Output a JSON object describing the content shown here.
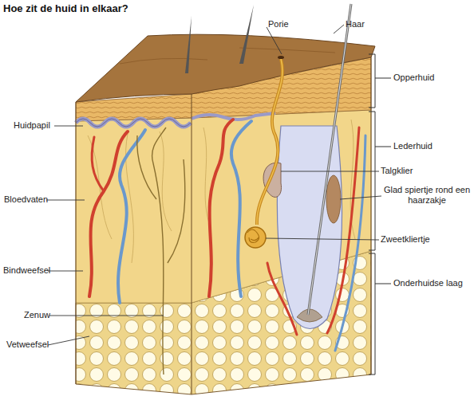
{
  "diagram": {
    "title": "Hoe zit de huid in elkaar?",
    "labels": [
      "Porie",
      "Haar",
      "Opperhuid",
      "Huidpapil",
      "Lederhuid",
      "Talgklier",
      "Glad spiertje rond een haarzakje",
      "Bloedvaten",
      "Zweetkliertje",
      "Bindweefsel",
      "Onderhuidse laag",
      "Zenuw",
      "Vetweefsel"
    ]
  }
}
